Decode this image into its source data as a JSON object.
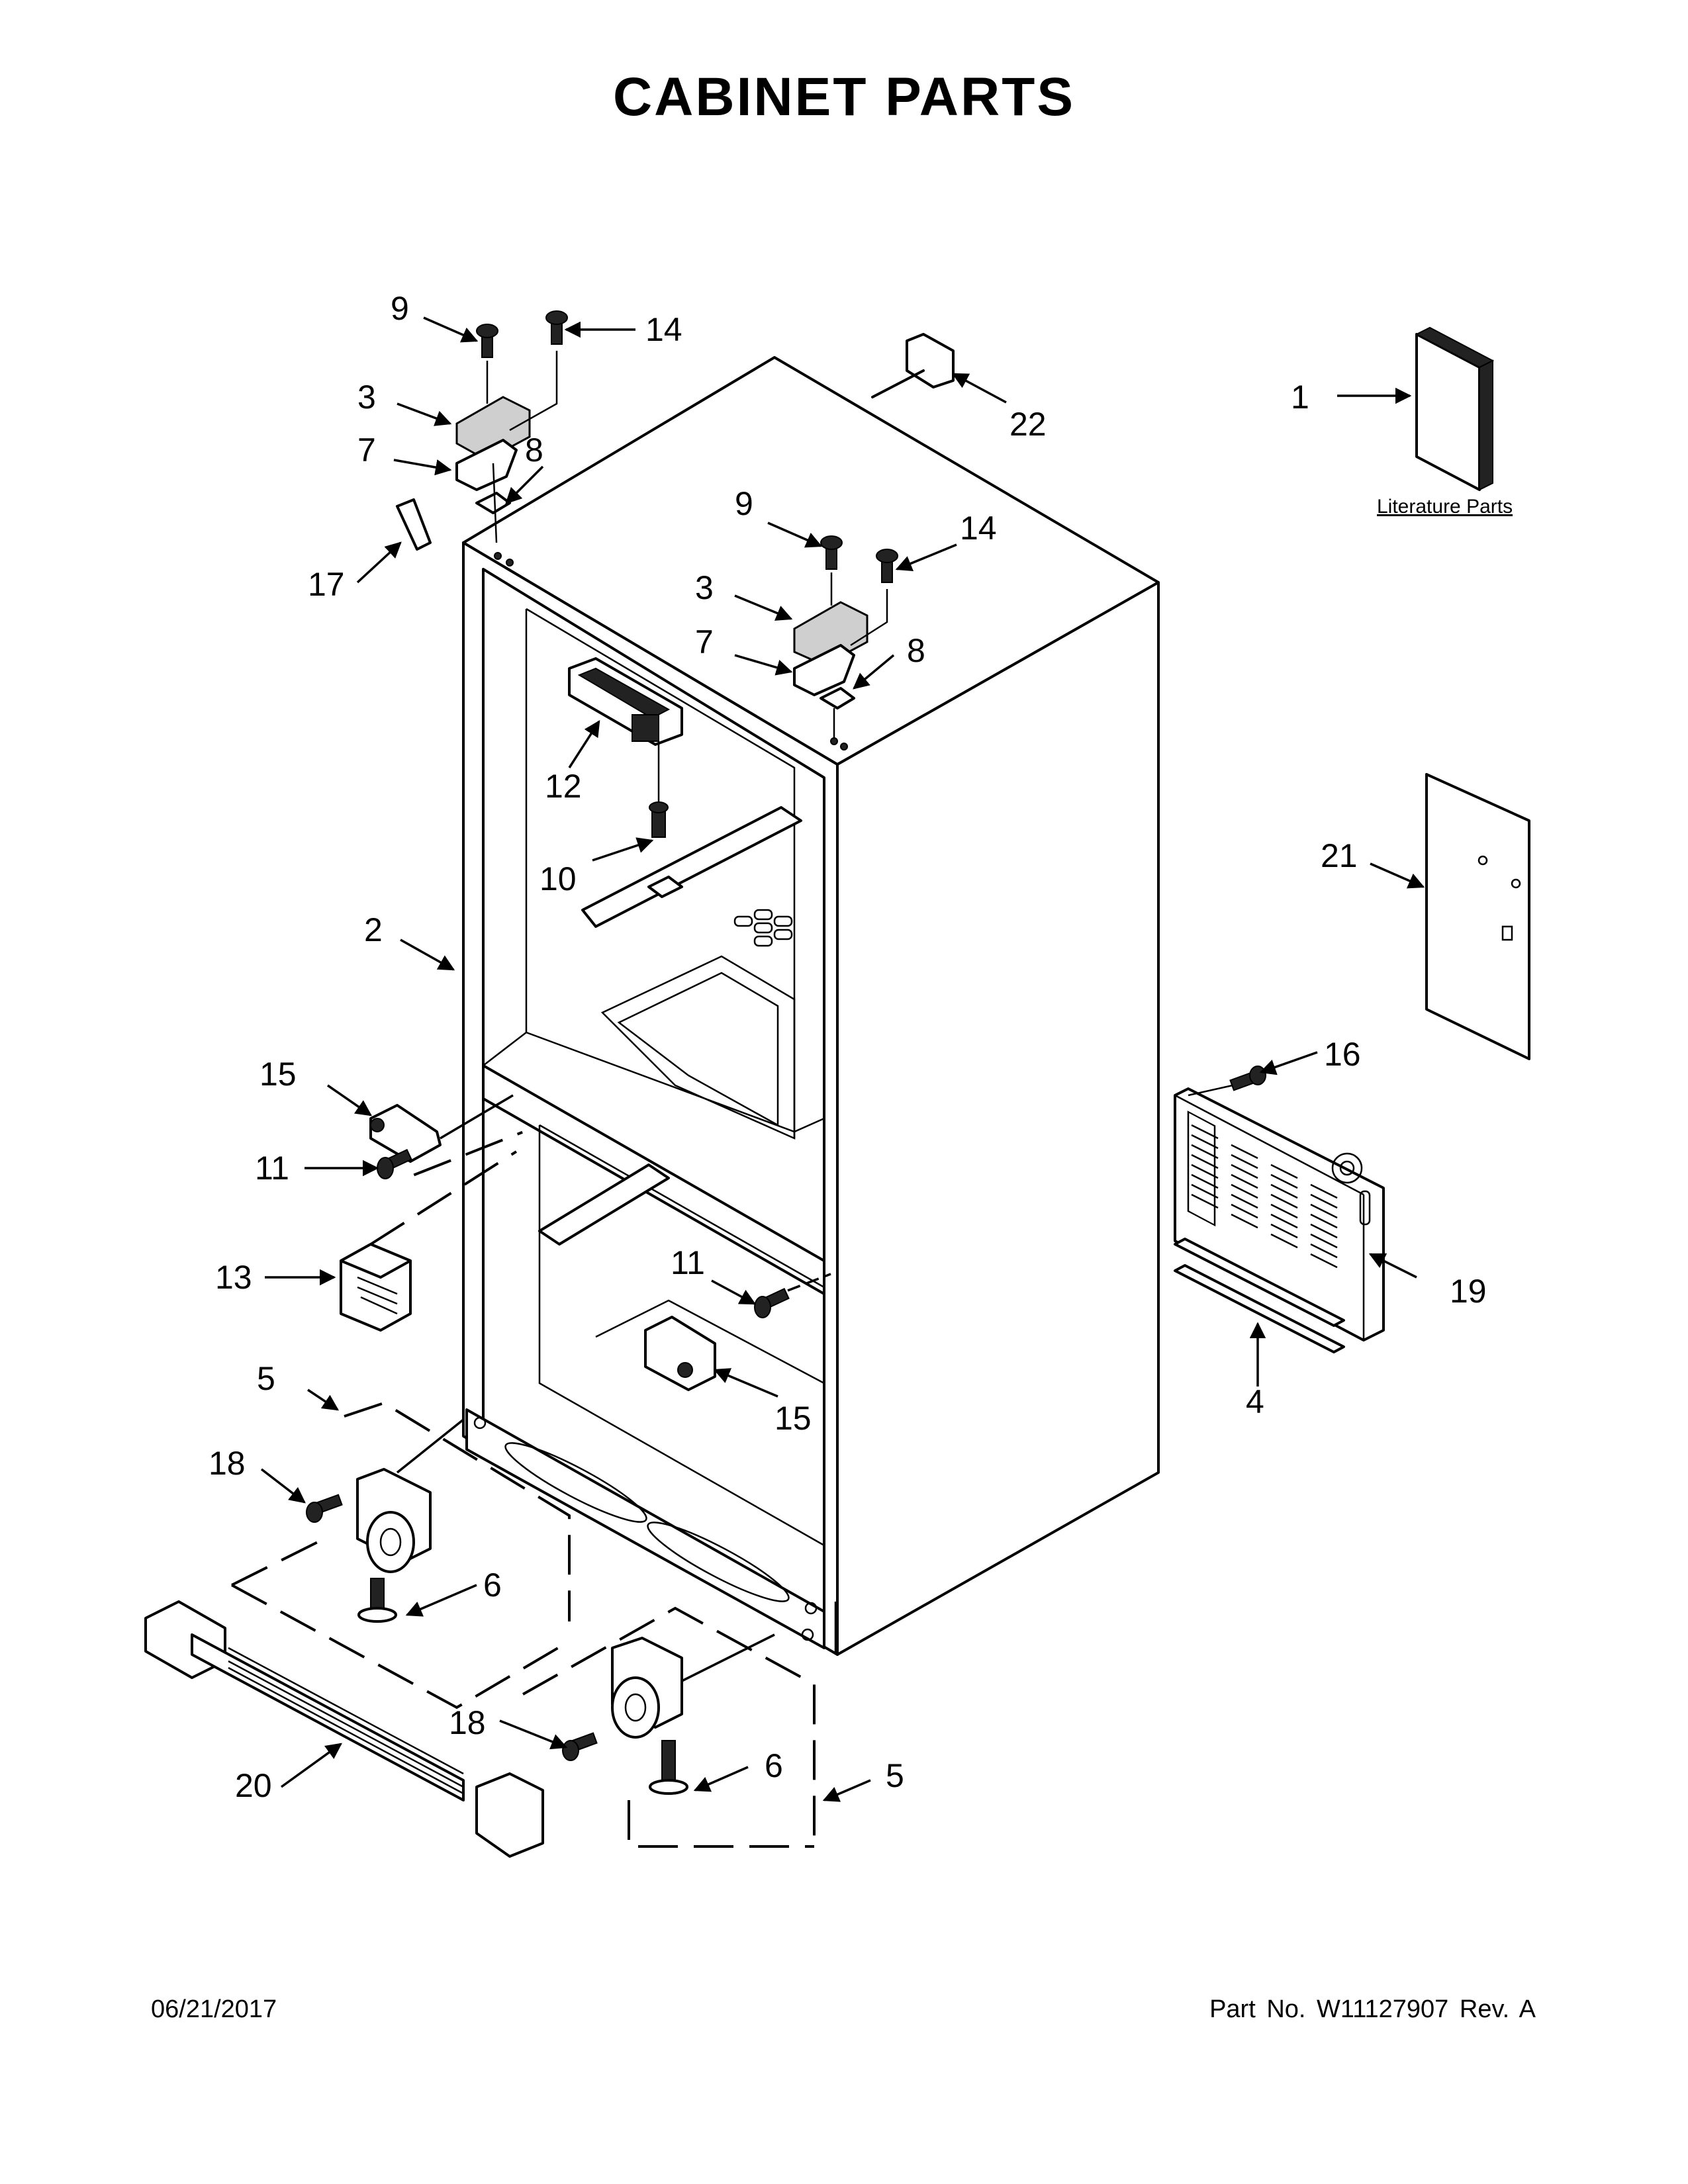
{
  "title": "CABINET PARTS",
  "footer": {
    "date": "06/21/2017",
    "part_number": "Part No.  W11127907  Rev.  A"
  },
  "literature_label": "Literature Parts",
  "callouts": {
    "c1": "1",
    "c2": "2",
    "c3a": "3",
    "c3b": "3",
    "c4": "4",
    "c5a": "5",
    "c5b": "5",
    "c6a": "6",
    "c6b": "6",
    "c7a": "7",
    "c7b": "7",
    "c8a": "8",
    "c8b": "8",
    "c9a": "9",
    "c9b": "9",
    "c10": "10",
    "c11a": "11",
    "c11b": "11",
    "c12": "12",
    "c13": "13",
    "c14a": "14",
    "c14b": "14",
    "c15a": "15",
    "c15b": "15",
    "c16": "16",
    "c17": "17",
    "c18a": "18",
    "c18b": "18",
    "c19": "19",
    "c20": "20",
    "c21": "21",
    "c22": "22"
  }
}
